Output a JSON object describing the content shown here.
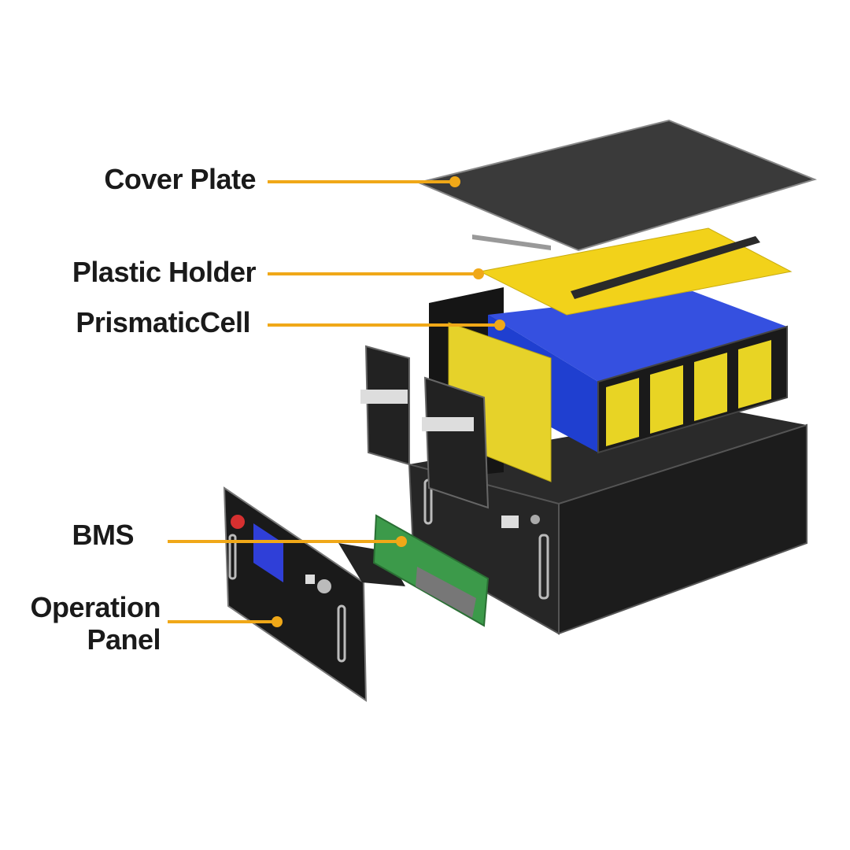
{
  "colors": {
    "leader": "#f0a818",
    "case": "#1e1e1e",
    "cell": "#1f3fd0",
    "holder": "#f2d21a"
  },
  "labels": {
    "cover_plate": "Cover Plate",
    "plastic_holder": "Plastic Holder",
    "prismatic_cell": "PrismaticCell",
    "bms": "BMS",
    "operation_panel_line1": "Operation",
    "operation_panel_line2": "Panel"
  }
}
